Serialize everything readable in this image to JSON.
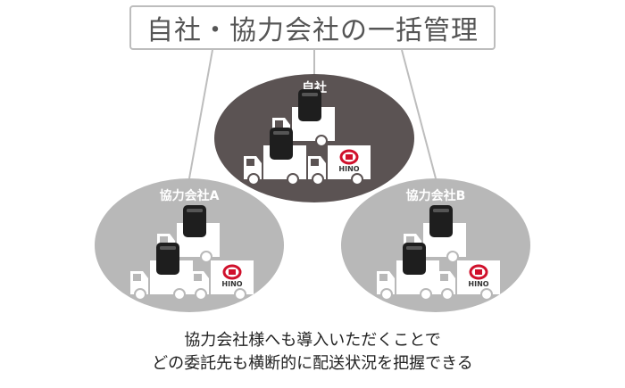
{
  "title": "自社・協力会社の一括管理",
  "groups": {
    "own": {
      "label": "自社",
      "fill": "#5b5353",
      "truck_count": 3
    },
    "partner_a": {
      "label": "協力会社A",
      "fill": "#b8b8b8",
      "truck_count": 3
    },
    "partner_b": {
      "label": "協力会社B",
      "fill": "#b8b8b8",
      "truck_count": 3
    }
  },
  "brand_logo_text": "HINO",
  "colors": {
    "connector": "#bdbdbd",
    "truck_body": "#ffffff",
    "device": "#1e1e1e",
    "logo_red": "#d0102b"
  },
  "caption": {
    "line1": "協力会社様へも導入いただくことで",
    "line2": "どの委託先も横断的に配送状況を把握できる"
  }
}
